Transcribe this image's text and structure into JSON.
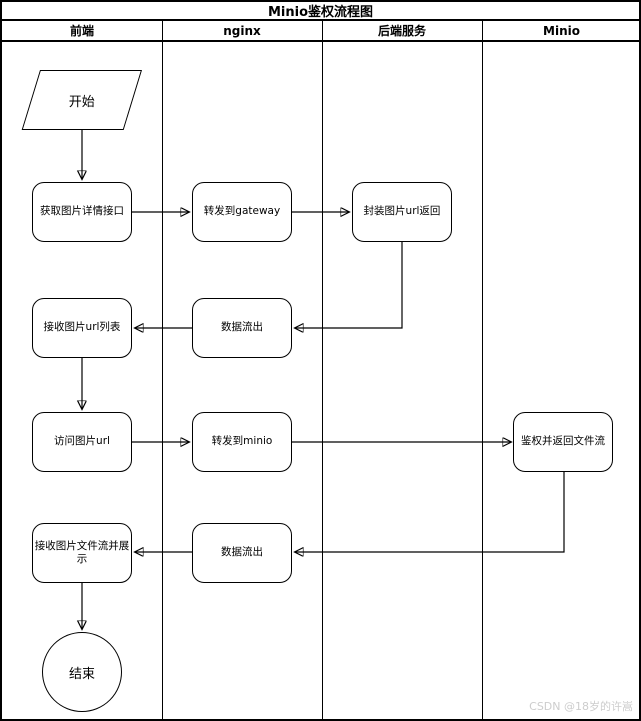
{
  "diagram": {
    "title": "Minio鉴权流程图",
    "lanes": [
      {
        "label": "前端"
      },
      {
        "label": "nginx"
      },
      {
        "label": "后端服务"
      },
      {
        "label": "Minio"
      }
    ],
    "nodes": {
      "start": "开始",
      "get_detail": "获取图片详情接口",
      "forward_gateway": "转发到gateway",
      "wrap_url": "封装图片url返回",
      "receive_url_list": "接收图片url列表",
      "data_out_1": "数据流出",
      "access_url": "访问图片url",
      "forward_minio": "转发到minio",
      "auth_return_stream": "鉴权并返回文件流",
      "data_out_2": "数据流出",
      "receive_stream_display": "接收图片文件流并展示",
      "end": "结束"
    },
    "edges": [
      {
        "from": "start",
        "to": "get_detail"
      },
      {
        "from": "get_detail",
        "to": "forward_gateway"
      },
      {
        "from": "forward_gateway",
        "to": "wrap_url"
      },
      {
        "from": "wrap_url",
        "to": "data_out_1"
      },
      {
        "from": "data_out_1",
        "to": "receive_url_list"
      },
      {
        "from": "receive_url_list",
        "to": "access_url"
      },
      {
        "from": "access_url",
        "to": "forward_minio"
      },
      {
        "from": "forward_minio",
        "to": "auth_return_stream"
      },
      {
        "from": "auth_return_stream",
        "to": "data_out_2"
      },
      {
        "from": "data_out_2",
        "to": "receive_stream_display"
      },
      {
        "from": "receive_stream_display",
        "to": "end"
      }
    ],
    "colors": {
      "stroke": "#000000",
      "background": "#ffffff",
      "watermark": "#cdcdcd"
    },
    "watermark": "CSDN @18岁的许嵩"
  }
}
